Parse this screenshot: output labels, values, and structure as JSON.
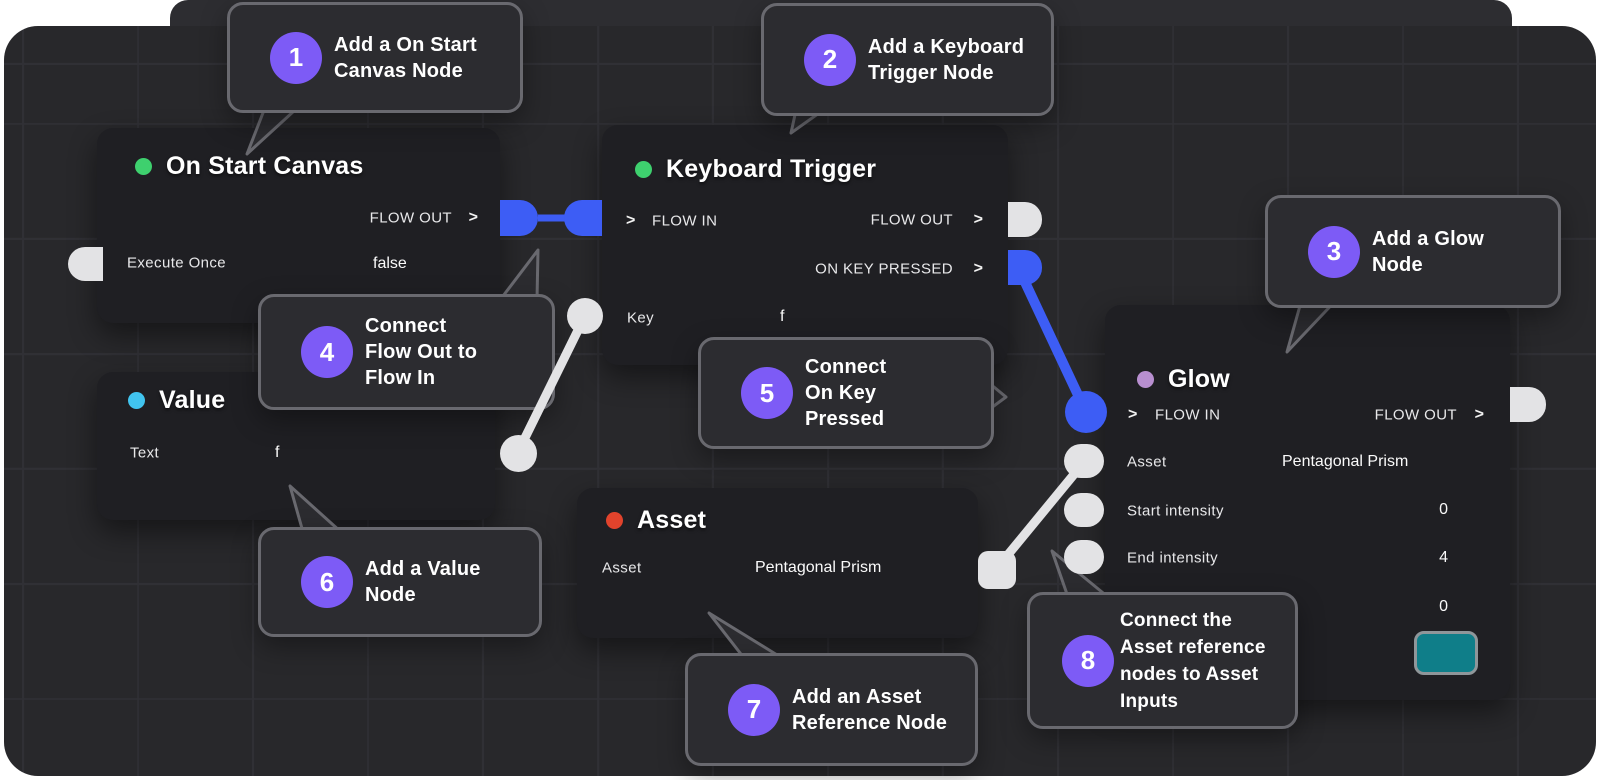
{
  "ui": {
    "chevron": ">"
  },
  "colors": {
    "accent_purple": "#7D5BF6",
    "wire_blue": "#3D5DF5",
    "port_white": "#E3E3E5",
    "canvas_bg": "#28282B",
    "node_bg": "#1F1F23",
    "callout_bg": "#2C2C30",
    "callout_border": "#69696F",
    "swatch_teal": "#0F7E89"
  },
  "nodes": {
    "on_start_canvas": {
      "title": "On Start Canvas",
      "dot_color": "#3ED06E",
      "dot_style": "background-color:#3ED06E",
      "flow_out_label": "FLOW OUT",
      "props": [
        {
          "label": "Execute Once",
          "value": "false"
        }
      ]
    },
    "keyboard_trigger": {
      "title": "Keyboard Trigger",
      "dot_color": "#3ED06E",
      "dot_style": "background-color:#3ED06E",
      "flow_in_label": "FLOW IN",
      "flow_out_label": "FLOW OUT",
      "on_key_pressed_label": "ON KEY PRESSED",
      "props": [
        {
          "label": "Key",
          "value": "f"
        }
      ]
    },
    "glow": {
      "title": "Glow",
      "dot_color": "#B88FD0",
      "dot_style": "background-color:#B88FD0",
      "flow_in_label": "FLOW IN",
      "flow_out_label": "FLOW OUT",
      "props": [
        {
          "label": "Asset",
          "value": "Pentagonal Prism"
        },
        {
          "label": "Start intensity",
          "value": "0"
        },
        {
          "label": "End intensity",
          "value": "4"
        },
        {
          "label": "",
          "value": "0"
        }
      ],
      "swatch_color": "#0F7E89",
      "swatch_style": "background-color:#0F7E89"
    },
    "value": {
      "title": "Value",
      "dot_color": "#41C4EF",
      "dot_style": "background-color:#41C4EF",
      "props": [
        {
          "label": "Text",
          "value": "f"
        }
      ]
    },
    "asset": {
      "title": "Asset",
      "dot_color": "#E1432C",
      "dot_style": "background-color:#E1432C",
      "props": [
        {
          "label": "Asset",
          "value": "Pentagonal Prism"
        }
      ]
    }
  },
  "callouts": [
    {
      "number": "1",
      "lines": [
        "Add a On Start",
        "Canvas Node"
      ]
    },
    {
      "number": "2",
      "lines": [
        "Add a Keyboard",
        "Trigger Node"
      ]
    },
    {
      "number": "3",
      "lines": [
        "Add a Glow",
        "Node"
      ]
    },
    {
      "number": "4",
      "lines": [
        "Connect",
        "Flow Out to",
        "Flow In"
      ]
    },
    {
      "number": "5",
      "lines": [
        "Connect",
        "On Key",
        "Pressed"
      ]
    },
    {
      "number": "6",
      "lines": [
        "Add a Value",
        "Node"
      ]
    },
    {
      "number": "7",
      "lines": [
        "Add an Asset",
        "Reference Node"
      ]
    },
    {
      "number": "8",
      "lines": [
        "Connect the",
        "Asset reference",
        "nodes to Asset",
        "Inputs"
      ]
    }
  ]
}
